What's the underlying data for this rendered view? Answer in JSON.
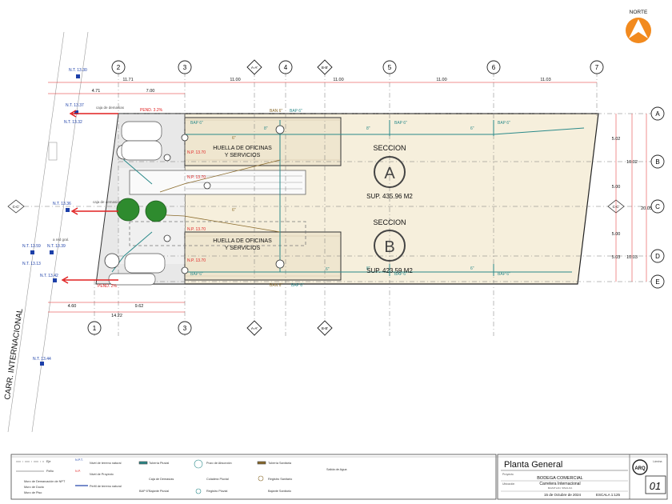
{
  "north": {
    "label": "NORTE"
  },
  "grid_top": [
    "2",
    "3",
    "A-A'",
    "4",
    "B-B'",
    "5",
    "6",
    "7"
  ],
  "grid_bottom": [
    "1",
    "3",
    "A-A'",
    "B-B'"
  ],
  "grid_right": [
    "A",
    "B",
    "C",
    "D",
    "E"
  ],
  "left_marker": "C-C'",
  "right_marker": "C-C'",
  "dims_top": [
    "11.71",
    "11.00",
    "11.00",
    "11.00",
    "11.03"
  ],
  "dims_top_small": [
    "4.71",
    "7.00"
  ],
  "dims_bottom": [
    "4.60",
    "9.62",
    "14.22"
  ],
  "dims_right": [
    "5.02",
    "5.00",
    "5.00",
    "5.03",
    "10.02",
    "10.03",
    "20.05"
  ],
  "levels": [
    "N.T. 13.30",
    "N.T. 13.37",
    "N.T. 13.32",
    "N.T. 13.36",
    "N.T. 13.59",
    "N.T. 13.39",
    "N.T. 13.13",
    "N.T. 13.42",
    "N.T. 13.44"
  ],
  "section_a": {
    "title": "SECCION",
    "letter": "A",
    "area": "SUP. 435.96 M2"
  },
  "section_b": {
    "title": "SECCION",
    "letter": "B",
    "area": "SUP. 423.59 M2"
  },
  "office_a": {
    "line1": "HUELLA DE OFICINAS",
    "line2": "Y SERVICIOS"
  },
  "office_b": {
    "line1": "HUELLA DE OFICINAS",
    "line2": "Y SERVICIOS"
  },
  "np_labels": [
    "N.P. 13.70",
    "N.P. 13.70",
    "N.P. 13.70",
    "N.P. 13.70"
  ],
  "pend_labels": [
    "PEND. 3.2%",
    "PEND. 2%"
  ],
  "pipe_labels": {
    "bap": "BAP 6\"",
    "ban": "BAN 6\"",
    "eight": "8\"",
    "six": "6\""
  },
  "caja": [
    "caja de demasias",
    "caja de demasias"
  ],
  "misc": {
    "red": "a red gral.",
    "carr": "CARR. INTERNACIONAL"
  },
  "legend": {
    "col1": [
      "Eje",
      "Paño",
      "Muro de Demarcación de NPT",
      "Muro de Ducto",
      "Muro de Piso"
    ],
    "col2": [
      "N.P.T.",
      "N.P.",
      "Perfil de terreno natural"
    ],
    "col2_desc": [
      "Nivel de terreno natural",
      "Nivel de Proyecto"
    ],
    "col3": [
      "Tubería Pluvial",
      "Caja de Demasías",
      "BAP 6\"",
      "Bajante Pluvial"
    ],
    "col4": [
      "Pozo de Absorción",
      "Coladera Pluvial",
      "Registro Pluvial"
    ],
    "col5": [
      "Tubería Sanitaria",
      "Registro Sanitario",
      "Bajante Sanitario"
    ],
    "col6": [
      "Salida de Agua"
    ]
  },
  "title_block": {
    "drawing_title": "Planta General",
    "project_label": "Proyecto",
    "project": "BODEGA COMERCIAL",
    "location_label": "Ubicación",
    "location": "Carretera Internacional",
    "location2": "MAZATLAN, SINALOA",
    "date": "15 de Octubre de 2024",
    "scale": "ESCALA 1:125",
    "code": "ARQ",
    "sheet_label": "Lámina",
    "sheet": "01"
  },
  "colors": {
    "lot_fill": "#f6efdc",
    "lot_border": "#222222",
    "dim_red": "#e02020",
    "pipe_teal": "#2b8a8a",
    "green": "#2e8b2e",
    "orange": "#f28a1e",
    "blue": "#1c3fa8"
  }
}
